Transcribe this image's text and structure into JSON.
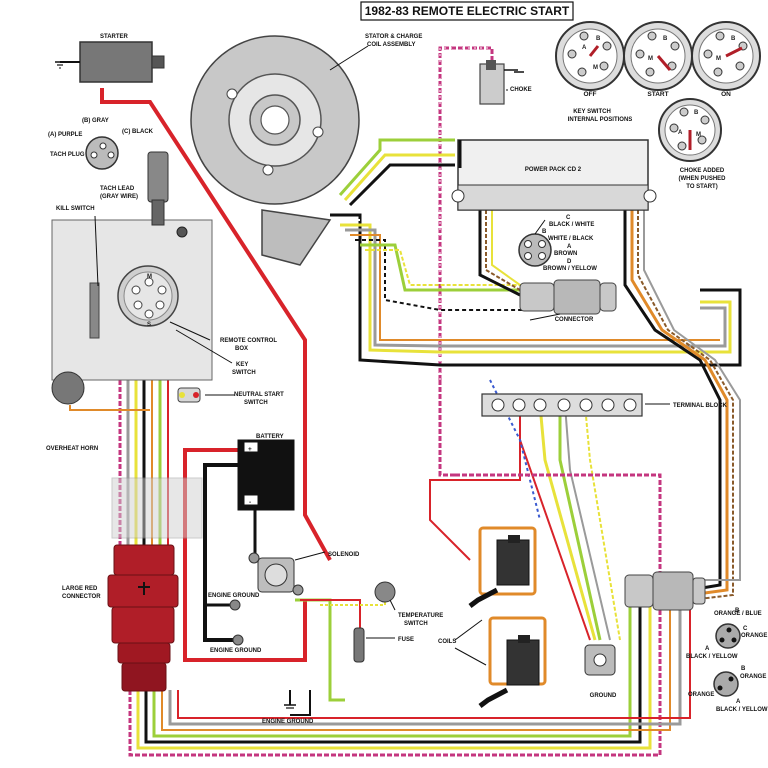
{
  "title": "1982-83 REMOTE ELECTRIC START",
  "labels": {
    "starter": "STARTER",
    "stator": "STATOR & CHARGE",
    "stator2": "COIL ASSEMBLY",
    "choke": "CHOKE",
    "keyswitch_positions": "KEY SWITCH",
    "keyswitch_positions2": "INTERNAL POSITIONS",
    "off": "OFF",
    "start": "START",
    "on": "ON",
    "choke_added": "CHOKE ADDED",
    "choke_added2": "(WHEN PUSHED",
    "choke_added3": "TO START)",
    "power_pack": "POWER PACK CD 2",
    "connector": "CONNECTOR",
    "tach_gray": "(B) GRAY",
    "tach_purple": "(A) PURPLE",
    "tach_black": "(C)  BLACK",
    "tach_plug": "TACH PLUG",
    "tach_lead": "TACH LEAD",
    "tach_lead2": "(GRAY WIRE)",
    "kill_switch": "KILL SWITCH",
    "remote_box": "REMOTE CONTROL",
    "remote_box2": "BOX",
    "key_switch": "KEY",
    "key_switch2": "SWITCH",
    "neutral_start": "NEUTRAL START",
    "neutral_start2": "SWITCH",
    "overheat_horn": "OVERHEAT HORN",
    "terminal_block": "TERMINAL BLOCK",
    "battery": "BATTERY",
    "solenoid": "SOLENOID",
    "engine_ground": "ENGINE GROUND",
    "large_red": "LARGE RED",
    "large_red2": "CONNECTOR",
    "temp_switch": "TEMPERATURE",
    "temp_switch2": "SWITCH",
    "fuse": "FUSE",
    "coils": "COILS",
    "ground": "GROUND",
    "orange_blue": "ORANGE / BLUE",
    "orange": "ORANGE",
    "black_yellow": "BLACK / YELLOW",
    "pp_c": "C",
    "pp_black_white": "BLACK / WHITE",
    "pp_b": "B",
    "pp_white_black": "WHITE / BLACK",
    "pp_a": "A",
    "pp_brown": "BROWN",
    "pp_d": "D",
    "pp_brown_yellow": "BROWN / YELLOW",
    "pin_a": "A",
    "pin_b": "B",
    "pin_c": "C",
    "pin_m": "M",
    "pin_s": "S",
    "plus": "+",
    "minus": "-"
  },
  "colors": {
    "red": "#d8232a",
    "black": "#111111",
    "yellow": "#e8e23a",
    "green": "#9ccf3a",
    "purple": "#c4367f",
    "gray": "#9a9a9a",
    "orange": "#e08a2a",
    "brown": "#8a5a2a",
    "blue": "#3a5ad0",
    "white": "#ffffff",
    "connector_red": "#b01e28",
    "panel": "#e6e6e6",
    "part_gray": "#c8c8c8"
  }
}
